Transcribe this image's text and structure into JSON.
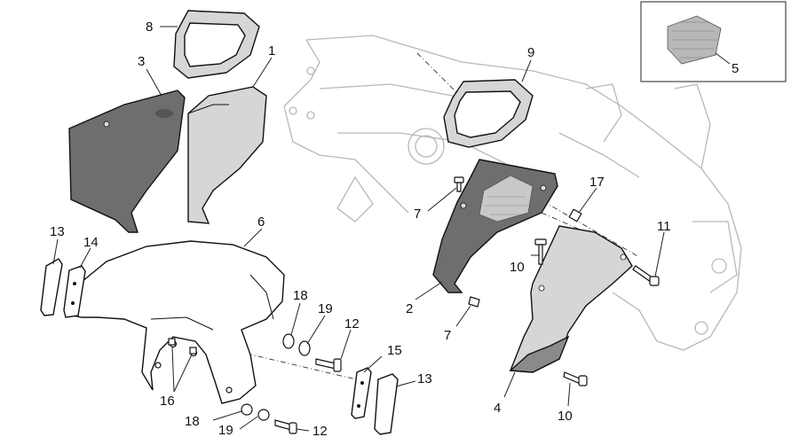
{
  "callouts": {
    "c1": "1",
    "c2": "2",
    "c3": "3",
    "c4": "4",
    "c5": "5",
    "c6": "6",
    "c7a": "7",
    "c7b": "7",
    "c8": "8",
    "c9": "9",
    "c10a": "10",
    "c10b": "10",
    "c11": "11",
    "c12a": "12",
    "c12b": "12",
    "c13a": "13",
    "c13b": "13",
    "c14": "14",
    "c15": "15",
    "c16": "16",
    "c17": "17",
    "c18a": "18",
    "c18b": "18",
    "c19a": "19",
    "c19b": "19"
  }
}
